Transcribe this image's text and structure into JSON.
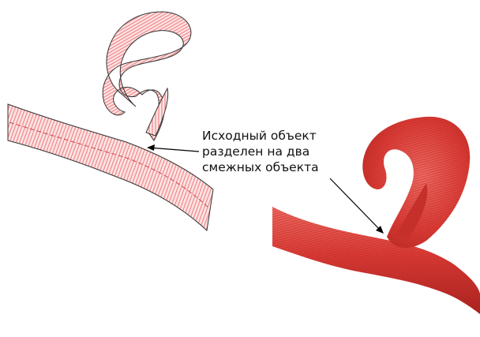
{
  "callout": {
    "lines": [
      "Исходный объект",
      "разделен на два",
      "смежных объекта"
    ]
  },
  "colors": {
    "outline_stitch": "#f07f82",
    "outline_stroke": "#333333",
    "satin_red": "#d93a35",
    "satin_dark": "#a8221f",
    "satin_light": "#ee6a63",
    "leader": "#000000"
  }
}
